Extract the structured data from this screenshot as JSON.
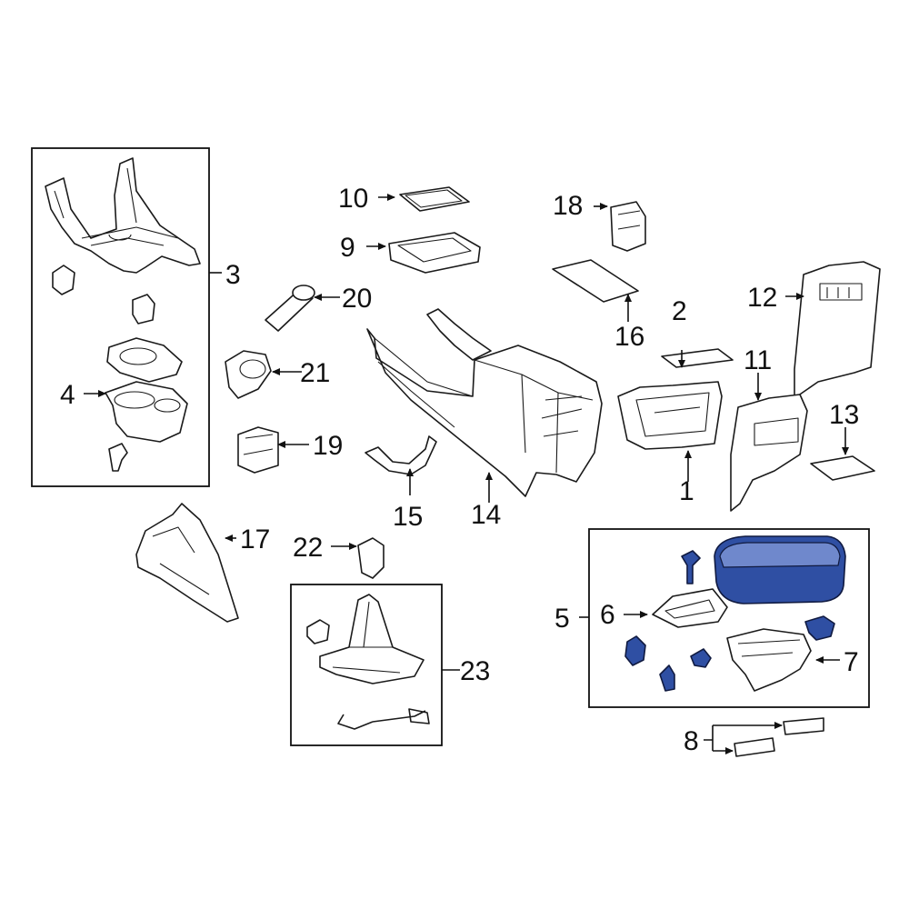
{
  "diagram": {
    "highlight_color": "#2f4fa3",
    "callouts": {
      "c1": "1",
      "c2": "2",
      "c3": "3",
      "c4": "4",
      "c5": "5",
      "c6": "6",
      "c7": "7",
      "c8": "8",
      "c9": "9",
      "c10": "10",
      "c11": "11",
      "c12": "12",
      "c13": "13",
      "c14": "14",
      "c15": "15",
      "c16": "16",
      "c17": "17",
      "c18": "18",
      "c19": "19",
      "c20": "20",
      "c21": "21",
      "c22": "22",
      "c23": "23"
    }
  }
}
